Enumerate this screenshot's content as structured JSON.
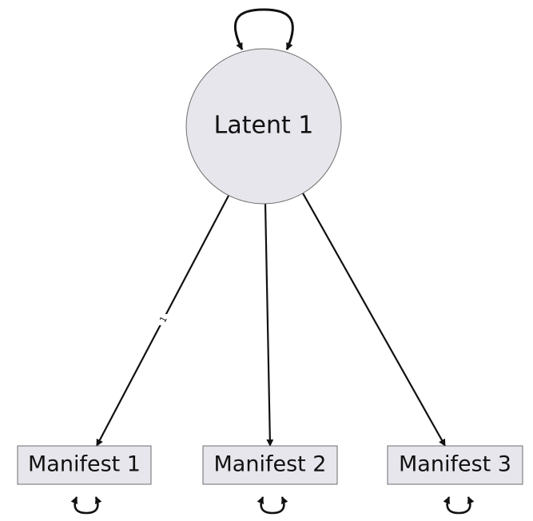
{
  "latent": {
    "label": "Latent 1"
  },
  "manifests": [
    {
      "label": "Manifest 1"
    },
    {
      "label": "Manifest 2"
    },
    {
      "label": "Manifest 3"
    }
  ],
  "paths": [
    {
      "from": "Latent 1",
      "to": "Manifest 1",
      "label": "1"
    },
    {
      "from": "Latent 1",
      "to": "Manifest 2",
      "label": ""
    },
    {
      "from": "Latent 1",
      "to": "Manifest 3",
      "label": ""
    }
  ],
  "colors": {
    "node_fill": "#e6e6ec",
    "node_stroke": "#6e6e6e",
    "edge": "#111111",
    "background": "#ffffff"
  }
}
